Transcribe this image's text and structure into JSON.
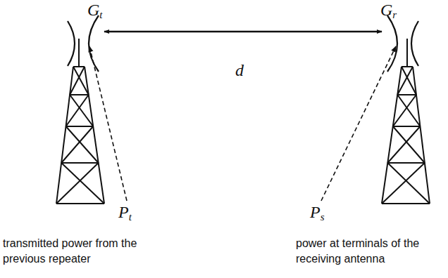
{
  "diagram": {
    "labels": [
      "Gt",
      "Gr",
      "d",
      "Pt",
      "Ps",
      "transmitted power from the previous repeater",
      "power at terminals of the receiving antenna"
    ]
  }
}
